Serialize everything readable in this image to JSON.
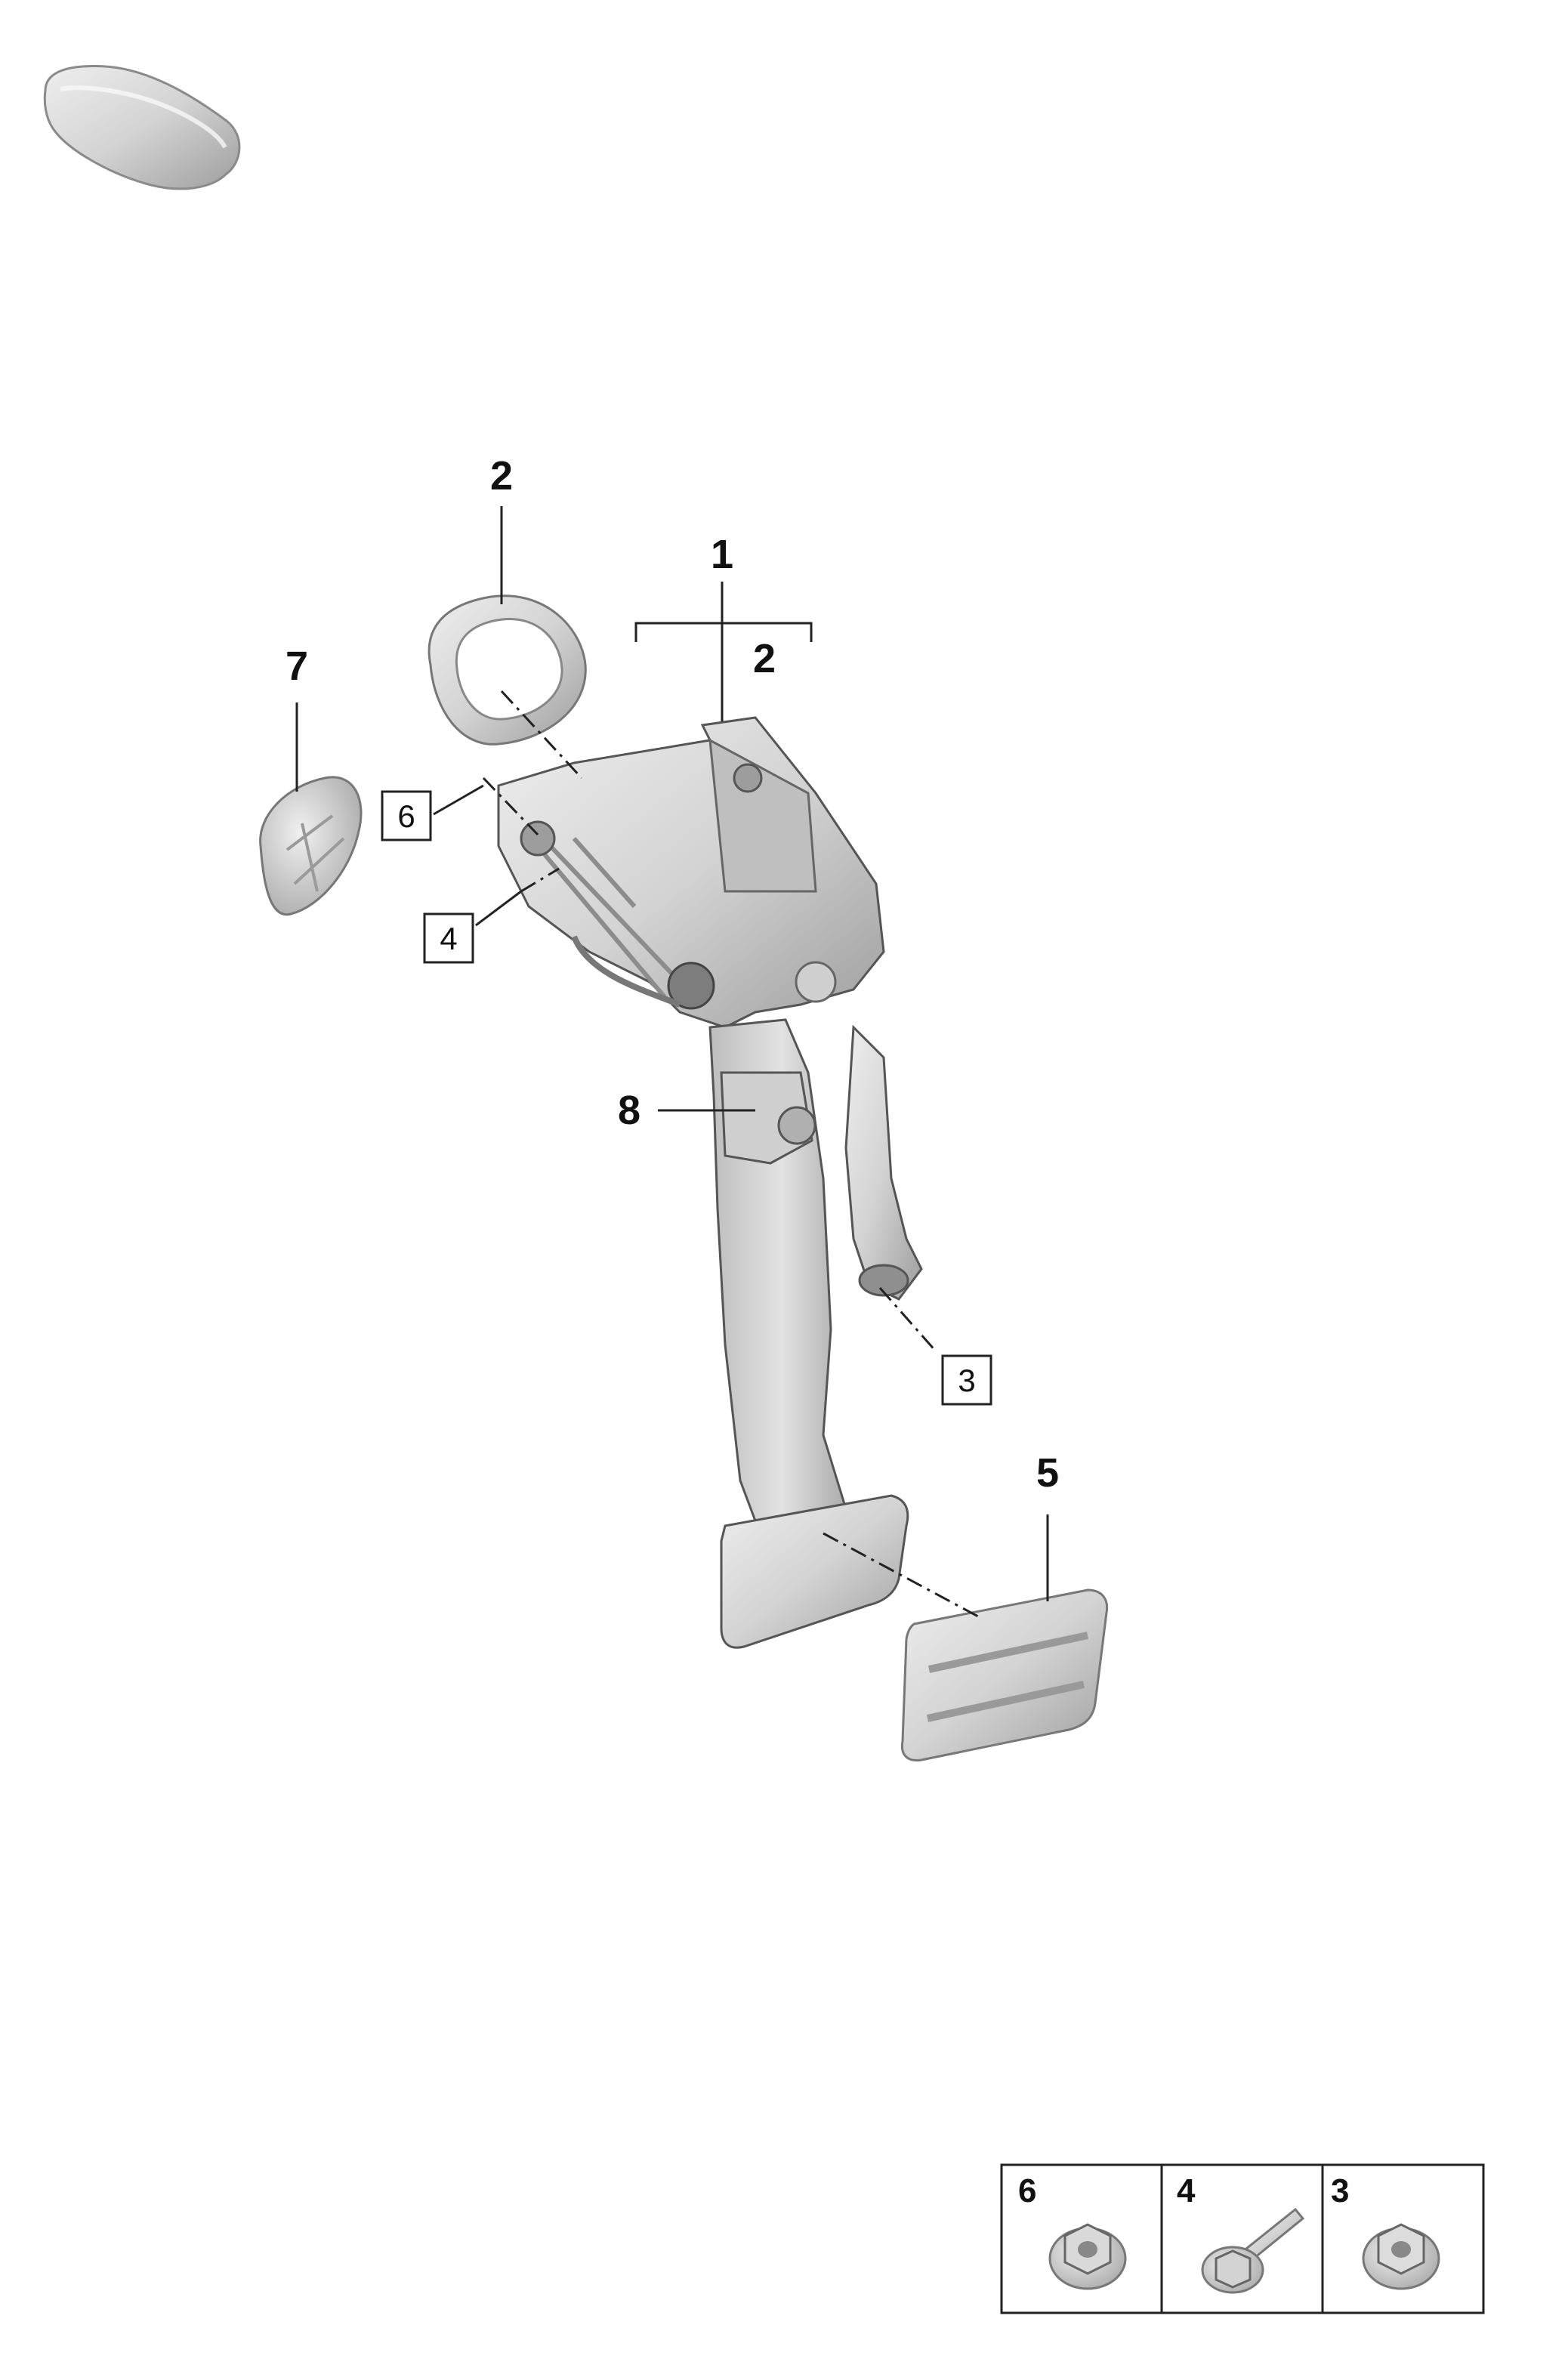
{
  "callouts": {
    "c2_top": "2",
    "c1": "1",
    "c2_group": "2",
    "c7": "7",
    "c8": "8",
    "c5": "5"
  },
  "boxed_labels": {
    "b6": "6",
    "b4": "4",
    "b3": "3"
  },
  "legend": [
    {
      "number": "6",
      "icon": "flange-nut-icon"
    },
    {
      "number": "4",
      "icon": "hex-bolt-icon"
    },
    {
      "number": "3",
      "icon": "flange-nut-icon"
    }
  ],
  "colors": {
    "part_fill": "#d6d6d6",
    "part_shadow": "#a9a9a9",
    "line": "#222222"
  }
}
